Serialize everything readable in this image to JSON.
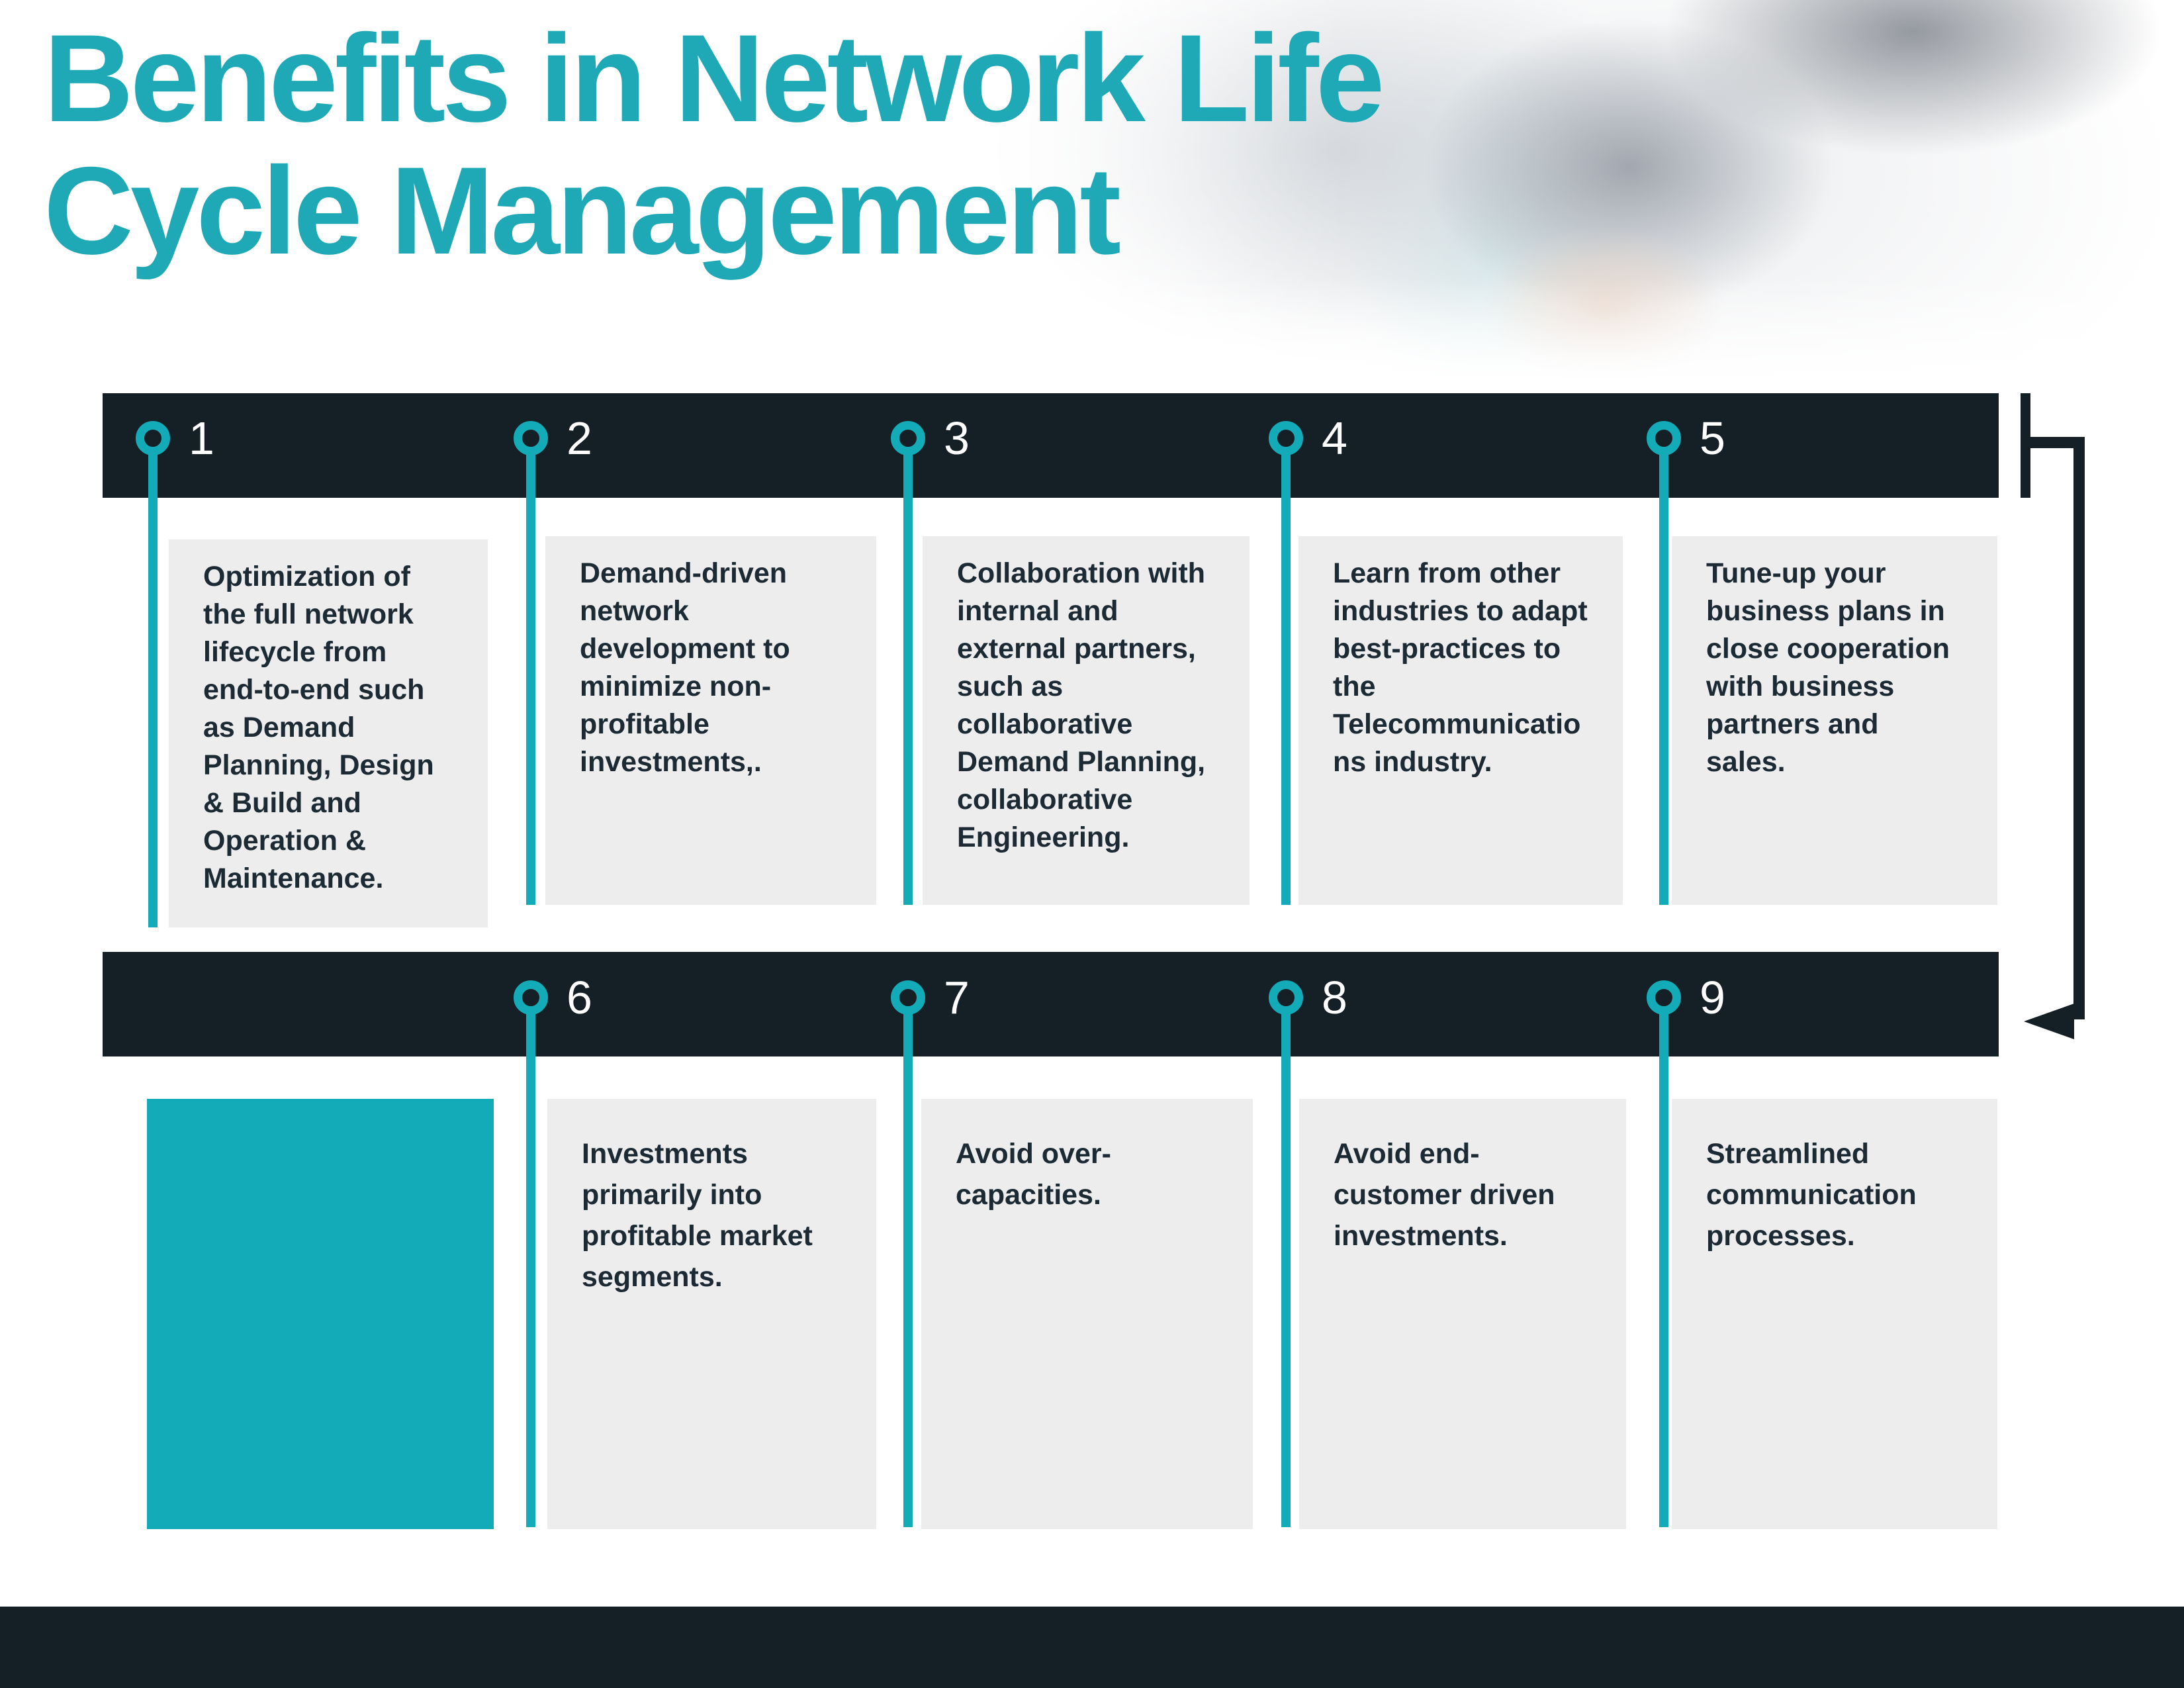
{
  "title": {
    "line1": "Benefits in Network Life",
    "line2": "Cycle Management"
  },
  "colors": {
    "title_teal": "#1fa9b6",
    "accent_teal": "#14abb9",
    "dark_navy": "#142026",
    "card_gray": "#ededed",
    "text_dark": "#1b2a33",
    "number_white": "#ffffff"
  },
  "timeline": {
    "rows": [
      {
        "items": [
          {
            "number": "1",
            "text": "Optimization of the full network lifecycle from end-to-end such as Demand Planning, Design & Build and Operation & Maintenance."
          },
          {
            "number": "2",
            "text": "Demand-driven network development to minimize non-profitable investments,."
          },
          {
            "number": "3",
            "text": "Collaboration with internal and external partners, such as collaborative Demand Planning, collaborative Engineering."
          },
          {
            "number": "4",
            "text": "Learn from other industries to adapt best-practices to the Telecommunications industry."
          },
          {
            "number": "5",
            "text": "Tune-up your business plans in close cooperation with business partners and sales."
          }
        ]
      },
      {
        "items": [
          {
            "number": "6",
            "text": "Investments primarily into profitable market segments."
          },
          {
            "number": "7",
            "text": "Avoid over-capacities."
          },
          {
            "number": "8",
            "text": "Avoid end-customer driven investments."
          },
          {
            "number": "9",
            "text": "Streamlined communication processes."
          }
        ]
      }
    ]
  }
}
